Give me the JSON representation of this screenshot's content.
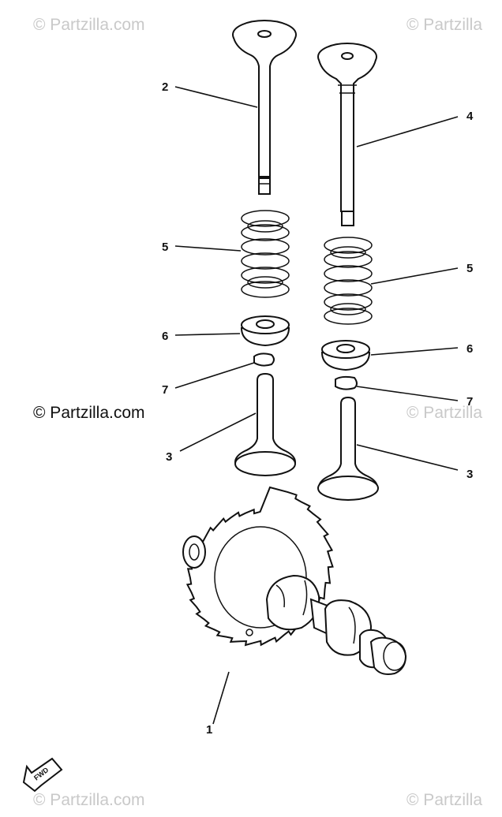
{
  "watermarks": {
    "top_left": "© Partzilla.com",
    "top_right": "© Partzilla",
    "mid_left": "© Partzilla.com",
    "mid_right": "© Partzilla",
    "bottom_left": "© Partzilla.com",
    "bottom_right": "© Partzilla"
  },
  "callouts": {
    "c1": "1",
    "c2": "2",
    "c3_left": "3",
    "c3_right": "3",
    "c4": "4",
    "c5_left": "5",
    "c5_right": "5",
    "c6_left": "6",
    "c6_right": "6",
    "c7_left": "7",
    "c7_right": "7"
  },
  "direction_marker": "FWD"
}
